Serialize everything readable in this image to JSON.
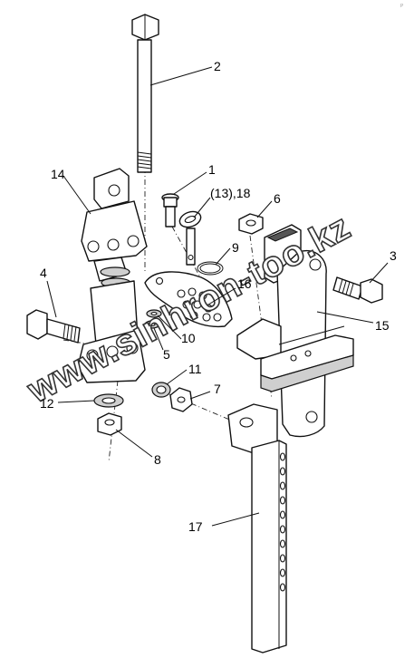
{
  "corner_mark": "P",
  "watermark": "www.sinhron-too.kz",
  "callouts": {
    "c1": "1",
    "c2": "2",
    "c3": "3",
    "c4": "4",
    "c5": "5",
    "c6": "6",
    "c7": "7",
    "c8": "8",
    "c9": "9",
    "c10": "10",
    "c11": "11",
    "c12": "12",
    "c13_18": "(13),18",
    "c14": "14",
    "c15": "15",
    "c16": "16",
    "c17": "17"
  }
}
